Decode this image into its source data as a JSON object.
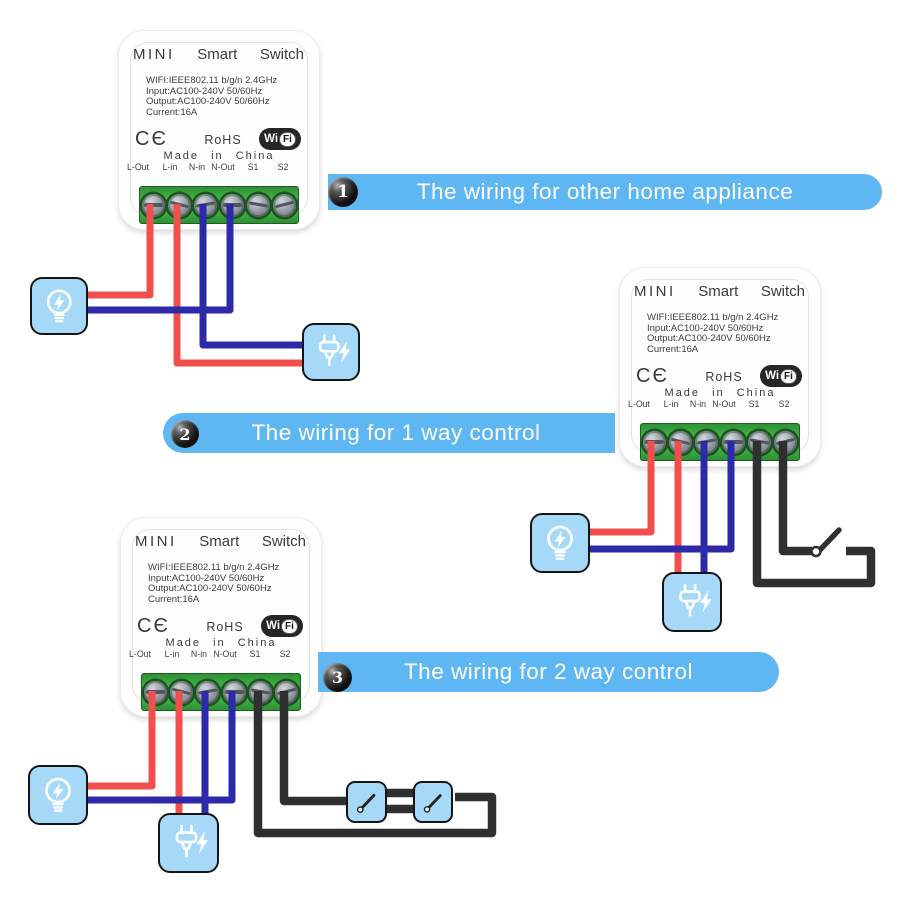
{
  "module": {
    "title": {
      "brand": "MINI",
      "word1": "Smart",
      "word2": "Switch"
    },
    "specs": [
      "WIFI:IEEE802.11 b/g/n 2.4GHz",
      "Input:AC100-240V 50/60Hz",
      "Output:AC100-240V 50/60Hz",
      "Current:16A"
    ],
    "certs": {
      "ce": "CЄ",
      "rohs": "RoHS",
      "wifi": {
        "wi": "Wi",
        "fi": "Fi"
      }
    },
    "origin": "Made in China",
    "terminals": [
      "L-Out",
      "L-in",
      "N-in",
      "N-Out",
      "S1",
      "S2"
    ]
  },
  "steps": [
    {
      "number": "1",
      "label": "The wiring for other home appliance"
    },
    {
      "number": "2",
      "label": "The wiring for 1 way control"
    },
    {
      "number": "3",
      "label": "The wiring for 2 way control"
    }
  ],
  "icons": {
    "bulb": "light-bulb-with-lightning",
    "plug": "power-plug-with-lightning",
    "switch": "toggle-switch"
  },
  "colors": {
    "banner_blue": "#5eb6f3",
    "icon_fill": "#a6d9f8",
    "wire_live_red": "#f14f4e",
    "wire_neutral_blue": "#2d2aa9",
    "wire_switch_black": "#303030",
    "terminal_green": "#3db243"
  }
}
